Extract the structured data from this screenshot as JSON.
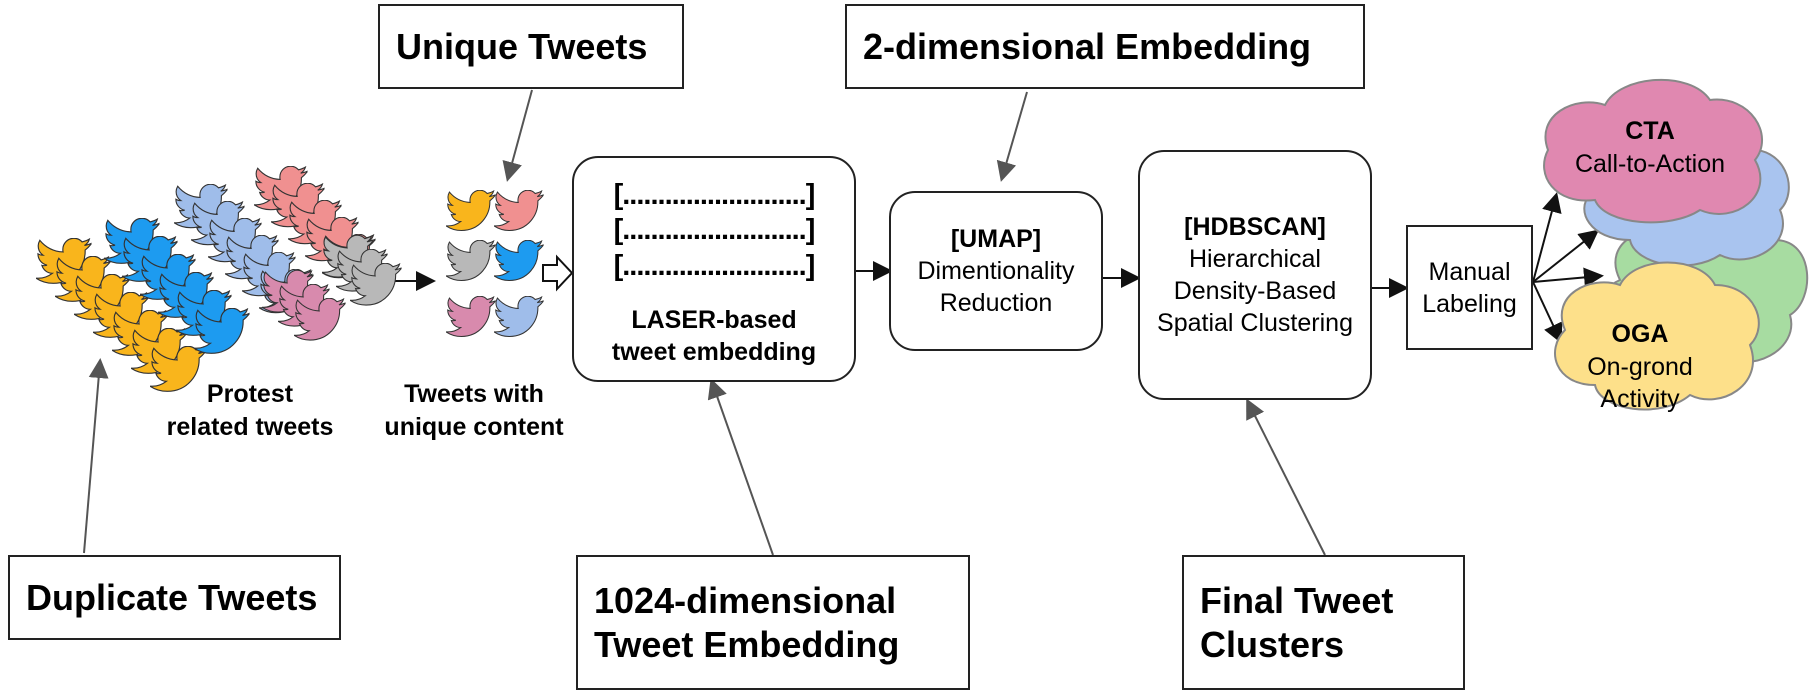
{
  "callouts": {
    "unique": "Unique Tweets",
    "embed2d": "2-dimensional Embedding",
    "duplicate": "Duplicate Tweets",
    "embed1024_line1": "1024-dimensional",
    "embed1024_line2": "Tweet Embedding",
    "final_line1": "Final Tweet",
    "final_line2": "Clusters"
  },
  "captions": {
    "protest_line1": "Protest",
    "protest_line2": "related tweets",
    "unique_line1": "Tweets with",
    "unique_line2": "unique content"
  },
  "laser": {
    "vectors": [
      "[..........................]",
      "[..........................]",
      "[..........................]"
    ],
    "line1": "LASER-based",
    "line2": "tweet embedding"
  },
  "umap": {
    "title": "[UMAP]",
    "line1": "Dimentionality",
    "line2": "Reduction"
  },
  "hdbscan": {
    "title": "[HDBSCAN]",
    "line1": "Hierarchical",
    "line2": "Density-Based",
    "line3": "Spatial Clustering"
  },
  "manual": {
    "line1": "Manual",
    "line2": "Labeling"
  },
  "clusters": {
    "cta": {
      "abbr": "CTA",
      "name": "Call-to-Action",
      "color": "#e088b0"
    },
    "oga": {
      "abbr": "OGA",
      "name": "On-grond",
      "name2": "Activity",
      "color": "#fde08a"
    },
    "blue": {
      "color": "#a9c4ef"
    },
    "green": {
      "color": "#a7dca1"
    }
  },
  "bird_colors": {
    "yellow": "#f9b51c",
    "blue": "#1d9bf0",
    "light_blue": "#9fbdea",
    "pink": "#f09090",
    "mauve": "#d88aad",
    "gray": "#b8b8b8"
  }
}
